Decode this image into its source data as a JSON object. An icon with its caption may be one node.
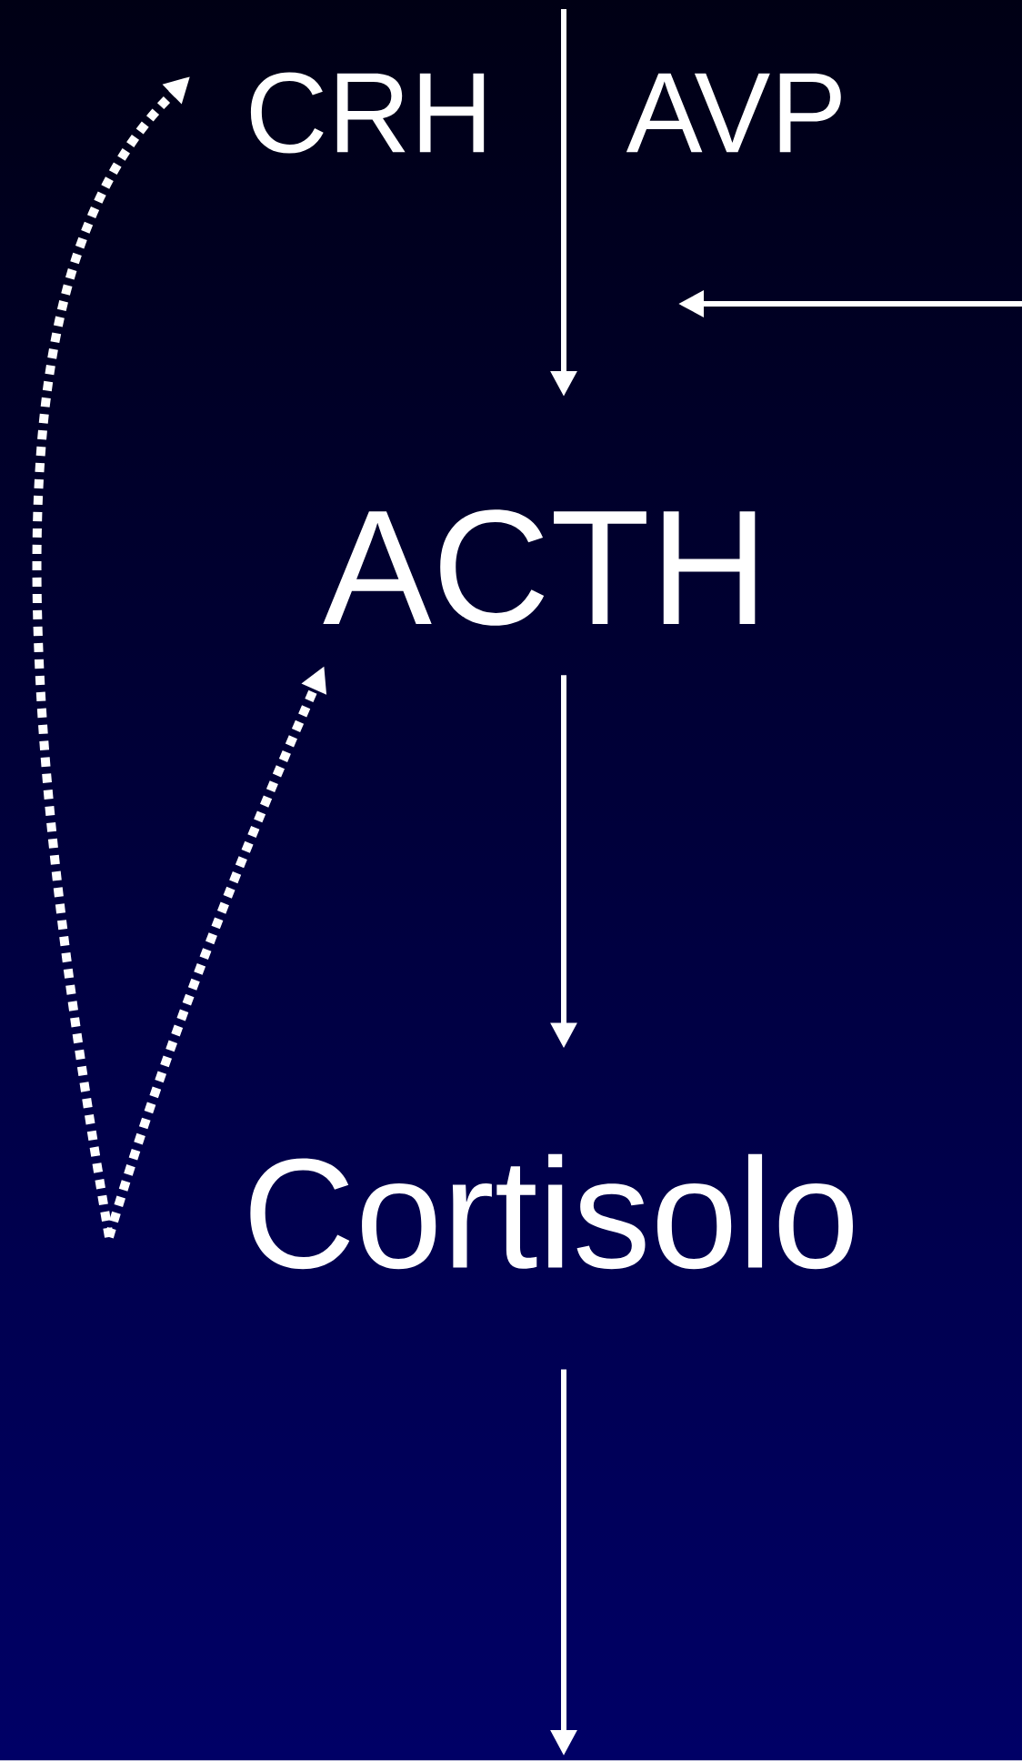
{
  "diagram": {
    "nodes": [
      {
        "text": [
          "CRH"
        ]
      },
      {
        "text": [
          "AVP"
        ]
      },
      {
        "text": [
          "ACTH"
        ]
      },
      {
        "text": [
          "Cortisolo"
        ]
      }
    ],
    "edges": [
      {
        "from": null,
        "to": 2,
        "arrow": "to"
      },
      {
        "from": 2,
        "to": 3,
        "arrow": "to"
      },
      {
        "from": 3,
        "to": null,
        "arrow": "to"
      },
      {
        "from": null,
        "to": 0,
        "arrow": "to",
        "style": "dashed"
      },
      {
        "from": null,
        "to": 2,
        "arrow": "to",
        "style": "dashed"
      }
    ]
  }
}
